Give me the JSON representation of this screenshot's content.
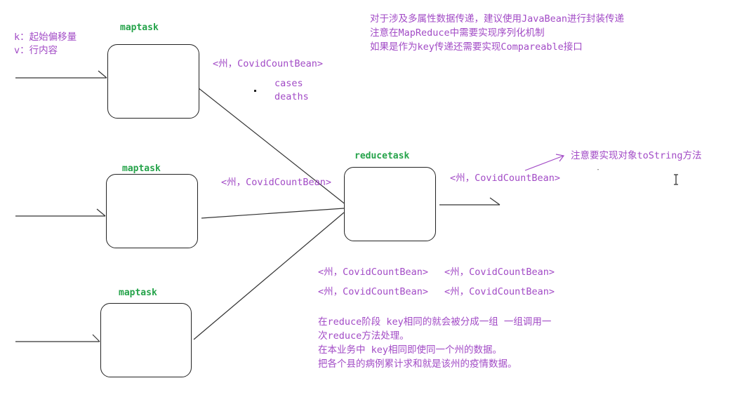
{
  "kv_legend": {
    "k": "k：起始偏移量",
    "v": "v：行内容"
  },
  "top_notes": [
    "对于涉及多属性数据传递，建议使用JavaBean进行封装传递",
    "注意在MapReduce中需要实现序列化机制",
    "如果是作为key传递还需要实现Compareable接口"
  ],
  "maptasks": [
    "maptask",
    "maptask",
    "maptask"
  ],
  "reducetask": "reducetask",
  "map_output_labels": [
    "<州，CovidCountBean>",
    "<州，CovidCountBean>"
  ],
  "bean_fields": [
    "cases",
    "deaths"
  ],
  "reduce_output_label": "<州，CovidCountBean>",
  "tostring_note": "注意要实现对象toString方法",
  "grouped_pairs": [
    [
      "<州，CovidCountBean>",
      "<州，CovidCountBean>"
    ],
    [
      "<州，CovidCountBean>",
      "<州，CovidCountBean>"
    ]
  ],
  "reduce_notes": [
    "在reduce阶段 key相同的就会被分成一组 一组调用一",
    "次reduce方法处理。",
    "在本业务中 key相同即使同一个州的数据。",
    "把各个县的病例累计求和就是该州的疫情数据。"
  ],
  "colors": {
    "text_purple": "#a24bc6",
    "label_green": "#25a34a",
    "lines": "#333333"
  }
}
